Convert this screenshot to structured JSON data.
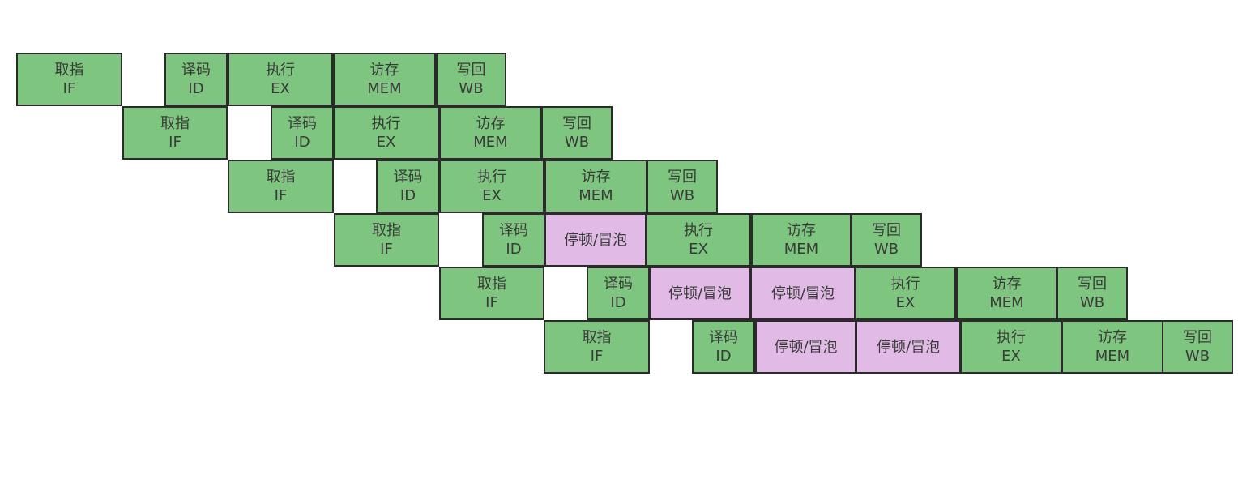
{
  "stages": {
    "IF": {
      "cn": "取指",
      "en": "IF"
    },
    "ID": {
      "cn": "译码",
      "en": "ID"
    },
    "EX": {
      "cn": "执行",
      "en": "EX"
    },
    "MEM": {
      "cn": "访存",
      "en": "MEM"
    },
    "WB": {
      "cn": "写回",
      "en": "WB"
    }
  },
  "stall_label": "停顿/冒泡",
  "colors": {
    "stage_fill": "#7ec67f",
    "stall_fill": "#e1bbe6",
    "border": "#2b2b2b",
    "text": "#3a3a3a"
  },
  "rows": [
    [
      "IF",
      "ID",
      "EX",
      "MEM",
      "WB"
    ],
    [
      "IF",
      "ID",
      "EX",
      "MEM",
      "WB"
    ],
    [
      "IF",
      "ID",
      "EX",
      "MEM",
      "WB"
    ],
    [
      "IF",
      "ID",
      "STALL",
      "EX",
      "MEM",
      "WB"
    ],
    [
      "IF",
      "ID",
      "STALL",
      "STALL",
      "EX",
      "MEM",
      "WB"
    ],
    [
      "IF",
      "ID",
      "STALL",
      "STALL",
      "EX",
      "MEM",
      "WB"
    ]
  ]
}
